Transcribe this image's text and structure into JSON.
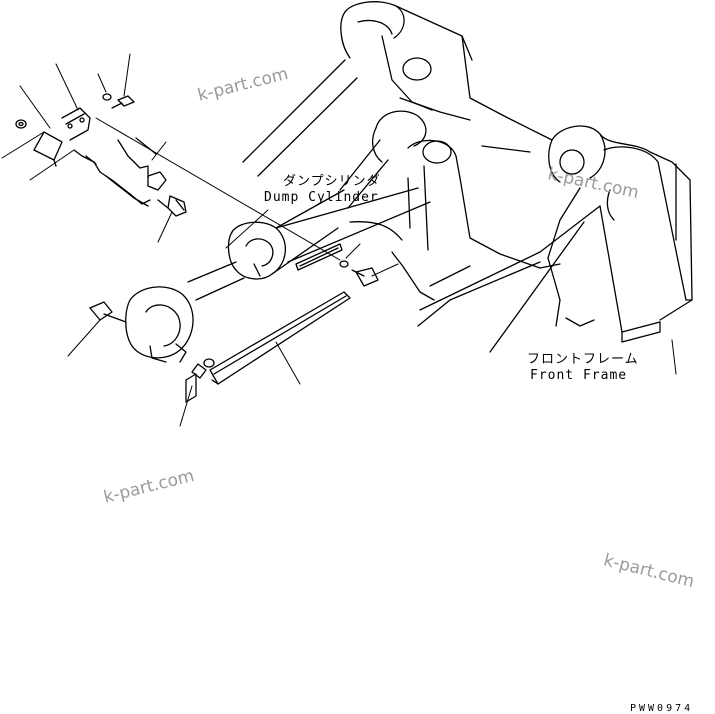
{
  "diagram": {
    "labels": {
      "dump_cylinder_jp": "ダンプシリンダ",
      "dump_cylinder_en": "Dump Cylinder",
      "front_frame_jp": "フロントフレーム",
      "front_frame_en": "Front Frame"
    },
    "watermarks": [
      "k-part.com",
      "k-part.com",
      "k-part.com",
      "k-part.com"
    ],
    "figure_code": "PWW0974"
  },
  "colors": {
    "line": "#000000",
    "watermark": "#9a9a9a",
    "background": "#ffffff"
  }
}
